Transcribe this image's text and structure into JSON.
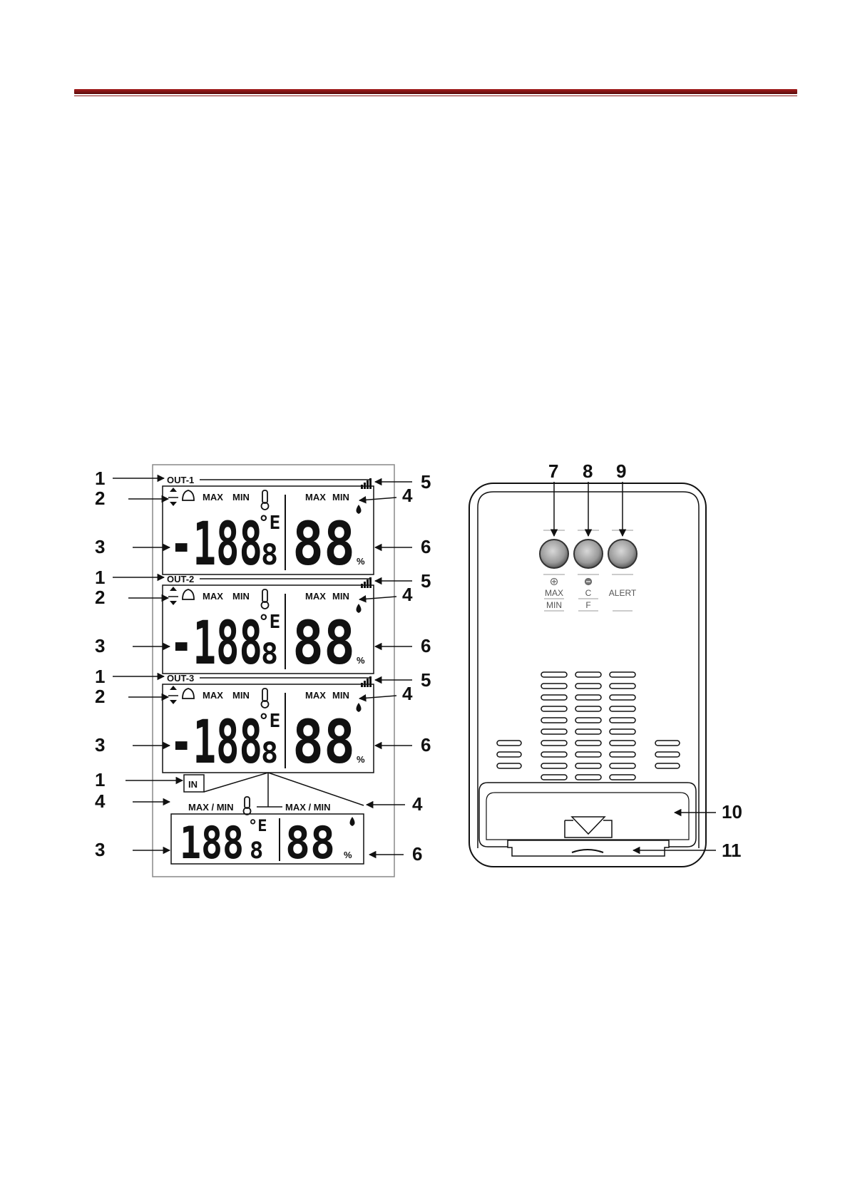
{
  "lcd": {
    "channels": [
      {
        "label": "OUT-1",
        "temp_digits": "-188",
        "temp_decimal": "8",
        "temp_unit": "°E",
        "hum_digits": "88",
        "hum_unit": "%",
        "max_label": "MAX",
        "min_label": "MIN"
      },
      {
        "label": "OUT-2",
        "temp_digits": "-188",
        "temp_decimal": "8",
        "temp_unit": "°E",
        "hum_digits": "88",
        "hum_unit": "%",
        "max_label": "MAX",
        "min_label": "MIN"
      },
      {
        "label": "OUT-3",
        "temp_digits": "-188",
        "temp_decimal": "8",
        "temp_unit": "°E",
        "hum_digits": "88",
        "hum_unit": "%",
        "max_label": "MAX",
        "min_label": "MIN"
      }
    ],
    "indoor": {
      "label": "IN",
      "maxmin_label": "MAX / MIN",
      "temp_digits": "188",
      "temp_decimal": "8",
      "temp_unit": "°E",
      "hum_digits": "88",
      "hum_unit": "%"
    }
  },
  "callouts": {
    "left": [
      "1",
      "2",
      "3",
      "1",
      "2",
      "3",
      "1",
      "2",
      "3",
      "1",
      "4",
      "3"
    ],
    "right": [
      "5",
      "4",
      "6",
      "5",
      "4",
      "6",
      "5",
      "4",
      "6",
      "4",
      "6"
    ],
    "device": [
      "7",
      "8",
      "9",
      "10",
      "11"
    ]
  },
  "device": {
    "buttons": [
      {
        "top_label": "MAX",
        "bottom_label": "MIN",
        "icon": "plus-icon"
      },
      {
        "top_label": "C",
        "bottom_label": "F",
        "icon": "minus-icon"
      },
      {
        "top_label": "ALERT",
        "bottom_label": "",
        "icon": "none"
      }
    ]
  }
}
